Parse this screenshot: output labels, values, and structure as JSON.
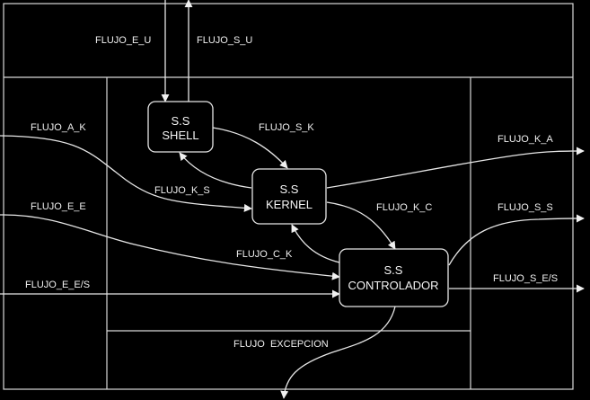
{
  "diagram": {
    "nodes": {
      "shell": {
        "line1": "S.S",
        "line2": "SHELL"
      },
      "kernel": {
        "line1": "S.S",
        "line2": "KERNEL"
      },
      "controlador": {
        "line1": "S.S",
        "line2": "CONTROLADOR"
      }
    },
    "flows": {
      "e_u": "FLUJO_E_U",
      "s_u": "FLUJO_S_U",
      "a_k": "FLUJO_A_K",
      "s_k": "FLUJO_S_K",
      "k_s": "FLUJO_K_S",
      "e_e": "FLUJO_E_E",
      "k_c": "FLUJO_K_C",
      "c_k": "FLUJO_C_K",
      "e_es": "FLUJO_E_E/S",
      "k_a": "FLUJO_K_A",
      "s_s": "FLUJO_S_S",
      "s_es": "FLUJO_S_E/S",
      "excepcion": "FLUJO  EXCEPCION"
    },
    "colors": {
      "background": "#000000",
      "stroke": "#e6e6e6"
    }
  }
}
